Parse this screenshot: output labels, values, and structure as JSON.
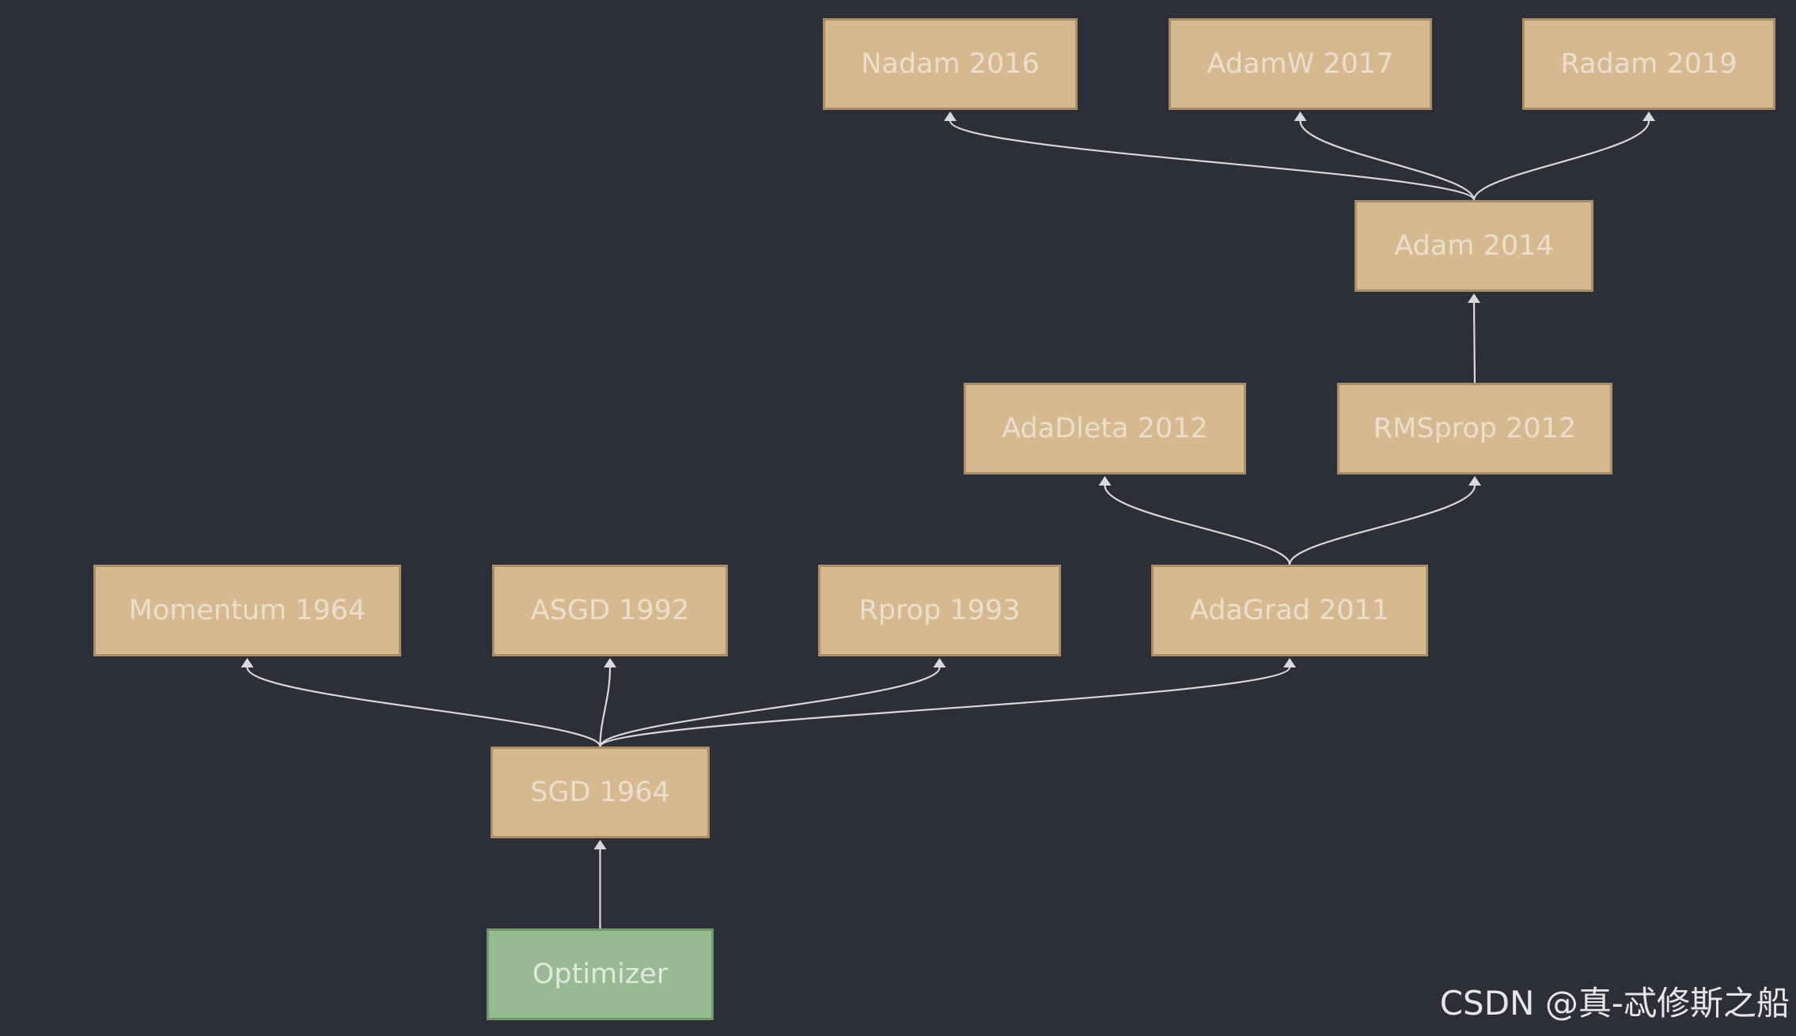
{
  "diagram": {
    "nodes": [
      {
        "id": "nadam",
        "label": "Nadam 2016"
      },
      {
        "id": "adamw",
        "label": "AdamW 2017"
      },
      {
        "id": "radam",
        "label": "Radam 2019"
      },
      {
        "id": "adam",
        "label": "Adam 2014"
      },
      {
        "id": "adadelta",
        "label": "AdaDleta 2012"
      },
      {
        "id": "rmsprop",
        "label": "RMSprop 2012"
      },
      {
        "id": "momentum",
        "label": "Momentum 1964"
      },
      {
        "id": "asgd",
        "label": "ASGD 1992"
      },
      {
        "id": "rprop",
        "label": "Rprop 1993"
      },
      {
        "id": "adagrad",
        "label": "AdaGrad 2011"
      },
      {
        "id": "sgd",
        "label": "SGD 1964"
      },
      {
        "id": "optimizer",
        "label": "Optimizer"
      }
    ],
    "edges": [
      {
        "from": "optimizer",
        "to": "sgd"
      },
      {
        "from": "sgd",
        "to": "momentum"
      },
      {
        "from": "sgd",
        "to": "asgd"
      },
      {
        "from": "sgd",
        "to": "rprop"
      },
      {
        "from": "sgd",
        "to": "adagrad"
      },
      {
        "from": "adagrad",
        "to": "adadelta"
      },
      {
        "from": "adagrad",
        "to": "rmsprop"
      },
      {
        "from": "rmsprop",
        "to": "adam"
      },
      {
        "from": "adam",
        "to": "nadam"
      },
      {
        "from": "adam",
        "to": "adamw"
      },
      {
        "from": "adam",
        "to": "radam"
      }
    ],
    "colors": {
      "background": "#2c2f38",
      "node_fill": "#d6b98f",
      "root_fill": "#98ba93",
      "edge": "#d9d9d9"
    }
  },
  "watermark": "CSDN @真-忒修斯之船"
}
